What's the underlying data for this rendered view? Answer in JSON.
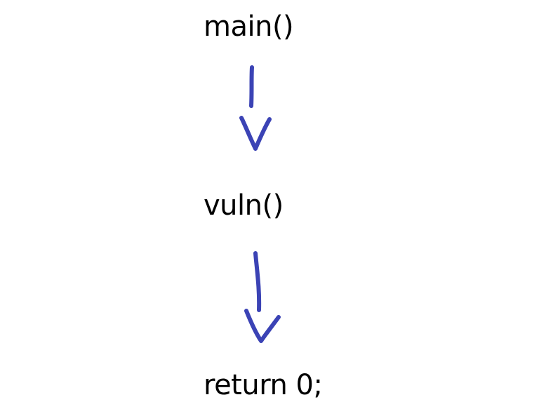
{
  "flow": {
    "steps": [
      {
        "label": "main()"
      },
      {
        "label": "vuln()"
      },
      {
        "label": "return 0;"
      }
    ],
    "arrow_color": "#3b43b5",
    "text_color": "#000000"
  }
}
